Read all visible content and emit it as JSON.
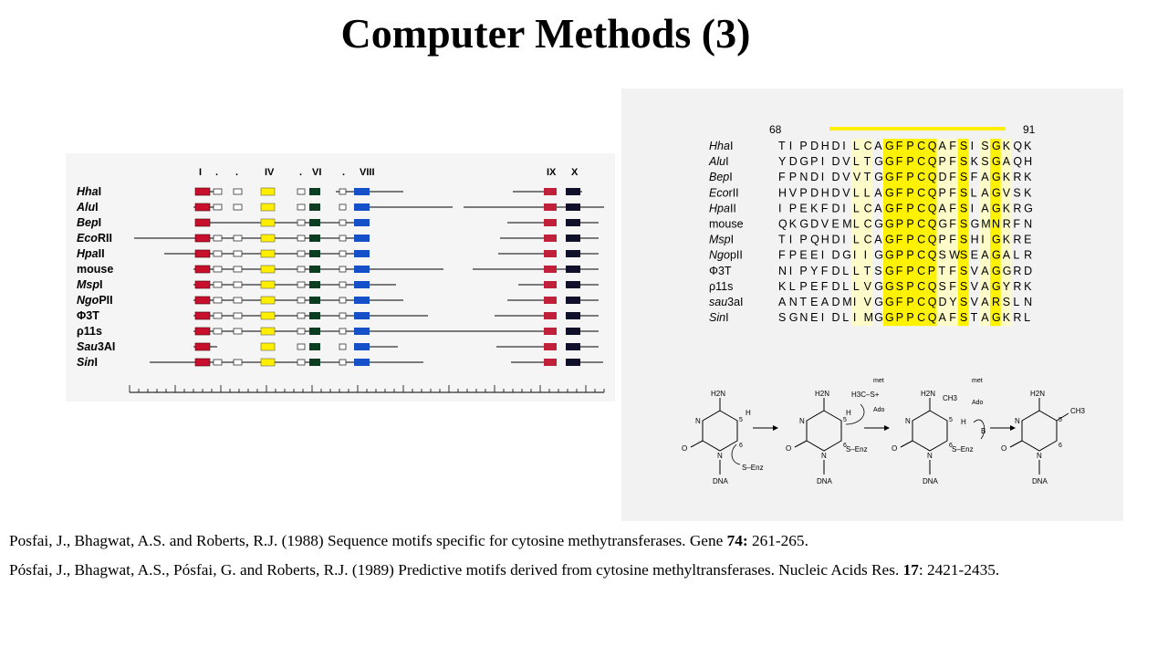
{
  "title": "Computer Methods (3)",
  "motif_diagram": {
    "motif_labels": [
      "I",
      ".",
      ".",
      "IV",
      ".",
      "VI",
      ".",
      "VIII",
      "IX",
      "X"
    ],
    "enzymes": [
      {
        "prefix": "Hha",
        "suffix": "I"
      },
      {
        "prefix": "Alu",
        "suffix": "I"
      },
      {
        "prefix": "Bep",
        "suffix": "I"
      },
      {
        "prefix": "Eco",
        "suffix": "RII"
      },
      {
        "prefix": "Hpa",
        "suffix": "II"
      },
      {
        "prefix": "",
        "suffix": "mouse"
      },
      {
        "prefix": "Msp",
        "suffix": "I"
      },
      {
        "prefix": "Ngo",
        "suffix": "PII"
      },
      {
        "prefix": "",
        "suffix": "Φ3T"
      },
      {
        "prefix": "",
        "suffix": "ρ11s"
      },
      {
        "prefix": "Sau",
        "suffix": "3AI"
      },
      {
        "prefix": "Sin",
        "suffix": "I"
      }
    ],
    "colors": {
      "I": "#c8102e",
      "IV": "#ffee00",
      "VI": "#0b3d20",
      "VIII": "#1650c8",
      "IX": "#c0203a",
      "X": "#10102a"
    }
  },
  "alignment": {
    "start_position": "68",
    "end_position": "91",
    "rows": [
      {
        "name_italic": "Hha",
        "name_rest": "I",
        "seq": "TIPDHDILCAGFPCQAFSISGKQK"
      },
      {
        "name_italic": "Alu",
        "name_rest": "I",
        "seq": "YDGPIDVLTGGFPCQPFSKSGAQH"
      },
      {
        "name_italic": "Bep",
        "name_rest": "I",
        "seq": "FPNDIDVVTGGFPCQDFSFAGKRK"
      },
      {
        "name_italic": "Eco",
        "name_rest": "rII",
        "seq": "HVPDHDVLLAGFPCQPFSLAGVSK"
      },
      {
        "name_italic": "Hpa",
        "name_rest": "II",
        "seq": "IPEKFDILCAGFPCQAFSIAGKRG"
      },
      {
        "name_italic": "",
        "name_rest": "mouse",
        "seq": "QKGDVEMLCGGPPCQGFSGMNRFN"
      },
      {
        "name_italic": "Msp",
        "name_rest": "I",
        "seq": "TIPQHDILCAGFPCQPFSHIGKRE"
      },
      {
        "name_italic": "Ngo",
        "name_rest": "pII",
        "seq": "FPEEIDGIIGGPPCQSWSEAGALR"
      },
      {
        "name_italic": "",
        "name_rest": "Φ3T",
        "seq": "NIPYFDLLTSGFPCPTFSVAGGRD"
      },
      {
        "name_italic": "",
        "name_rest": "ρ11s",
        "seq": "KLPEFDLLVGGSPCQSFSVAGYRK"
      },
      {
        "name_italic": "sau",
        "name_rest": "3aI",
        "seq": "ANTEADMIVGGFPCQDYSVARSLN"
      },
      {
        "name_italic": "Sin",
        "name_rest": "I",
        "seq": "SGNEIDLIMGGPPCQAFSTAGKRL"
      }
    ]
  },
  "mechanism": {
    "labels": [
      "H2N",
      "N",
      "O",
      "N",
      "DNA",
      "5",
      "6",
      "H",
      "S–Enz",
      "met",
      "H3C–S+",
      "Ado",
      "B",
      "CH3"
    ]
  },
  "references": [
    {
      "text": "Posfai, J., Bhagwat, A.S. and Roberts, R.J. (1988) Sequence motifs specific for cytosine methytransferases.   Gene ",
      "vol": "74:",
      "pages": " 261-265."
    },
    {
      "text": "Pósfai, J., Bhagwat, A.S., Pósfai, G. and Roberts, R.J. (1989) Predictive motifs derived from cytosine methyltransferases.  Nucleic Acids Res. ",
      "vol": "17",
      "pages": ": 2421-2435."
    }
  ]
}
